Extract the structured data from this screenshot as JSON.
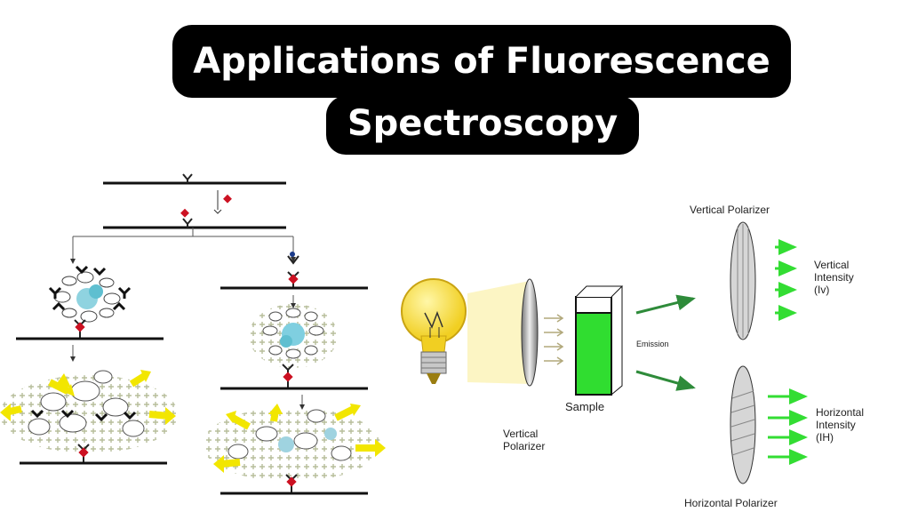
{
  "title": {
    "line1": "Applications of Fluorescence",
    "line2": "Spectroscopy"
  },
  "polarization": {
    "vertical_polarizer_top": "Vertical Polarizer",
    "vertical_intensity": [
      "Vertical",
      "Intensity",
      "(Iv)"
    ],
    "emission": "Emission",
    "sample": "Sample",
    "vertical_polarizer_bottom": [
      "Vertical",
      "Polarizer"
    ],
    "horizontal_intensity": [
      "Horizontal",
      "Intensity",
      "(IH)"
    ],
    "horizontal_polarizer": "Horizontal Polarizer"
  },
  "colors": {
    "title_bg": "#000000",
    "title_text": "#ffffff",
    "arrow_green": "#2e8b3a",
    "light_green": "#33dd33",
    "yellow_arrow": "#f2e600",
    "bulb_yellow": "#f7e24a",
    "marker_red": "#cc1122"
  }
}
